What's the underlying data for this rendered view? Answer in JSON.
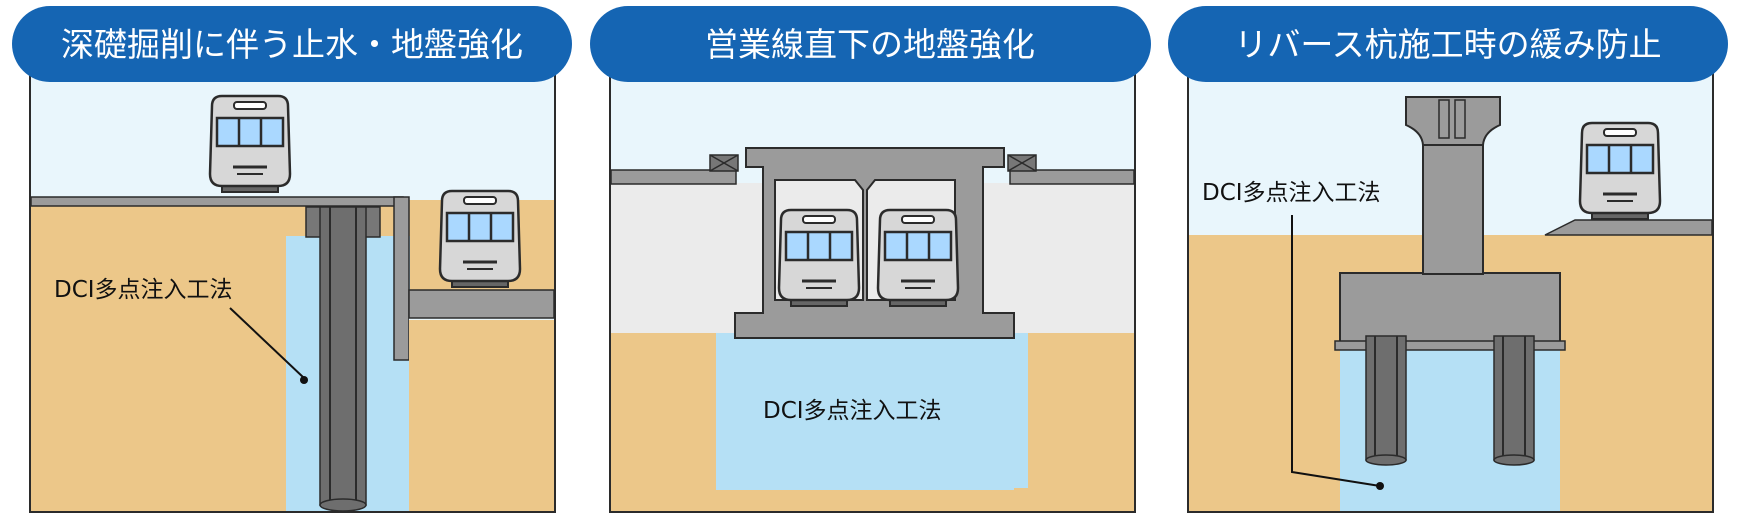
{
  "panels": [
    {
      "title": "深礎掘削に伴う止水・地盤強化",
      "label": "DCI多点注入工法"
    },
    {
      "title": "営業線直下の地盤強化",
      "label": "DCI多点注入工法"
    },
    {
      "title": "リバース杭施工時の緩み防止",
      "label": "DCI多点注入工法"
    }
  ],
  "colors": {
    "title_bar": "#1565b3",
    "sky": "#e9f6fc",
    "soil": "#ecc789",
    "grout": "#b5e0f5",
    "concrete": "#9b9b9b",
    "structure": "#adadad",
    "outline": "#2b2b2b"
  },
  "icons": [
    "train-front-icon"
  ]
}
